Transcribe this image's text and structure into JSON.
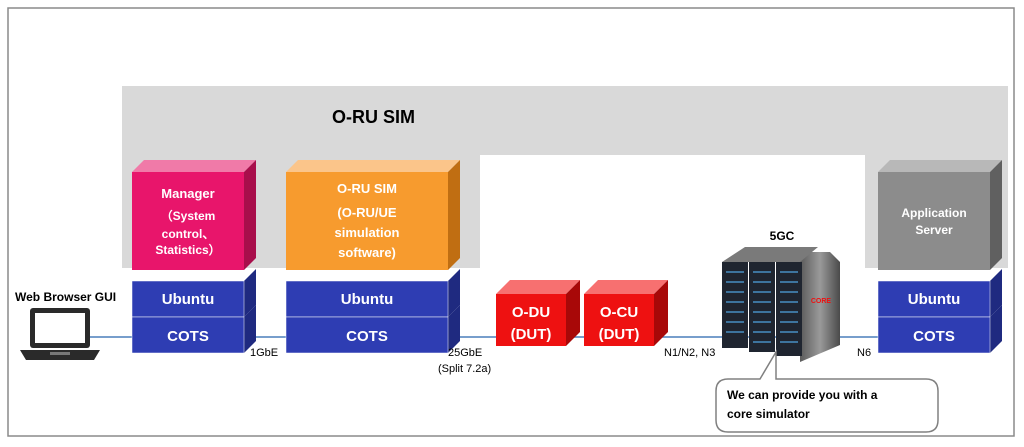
{
  "group_label": "O-RU SIM",
  "web_browser_label": "Web Browser GUI",
  "manager": {
    "title": "Manager",
    "line2": "（System",
    "line3": "control、",
    "line4": "Statistics）"
  },
  "oru_sim": {
    "title": "O-RU SIM",
    "line2": "(O-RU/UE",
    "line3": "simulation",
    "line4": "software)"
  },
  "app_server": {
    "line1": "Application",
    "line2": "Server"
  },
  "ubuntu_label": "Ubuntu",
  "cots_label": "COTS",
  "odu": {
    "line1": "O-DU",
    "line2": "(DUT)"
  },
  "ocu": {
    "line1": "O-CU",
    "line2": "(DUT)"
  },
  "core": {
    "title": "5GC",
    "rack_text": "CORE"
  },
  "links": {
    "l1": "1GbE",
    "l2": "25GbE",
    "l2_sub": "(Split 7.2a)",
    "l3": "N1/N2, N3",
    "l4": "N6"
  },
  "callout": {
    "line1": "We can provide you with a",
    "line2": "core simulator"
  },
  "colors": {
    "panel_gray": "#d9d9d9",
    "manager_pink": "#e8156b",
    "oru_orange": "#f79b2e",
    "app_gray": "#8c8c8c",
    "stack_blue": "#2e3db3",
    "dut_red": "#ee1111"
  }
}
